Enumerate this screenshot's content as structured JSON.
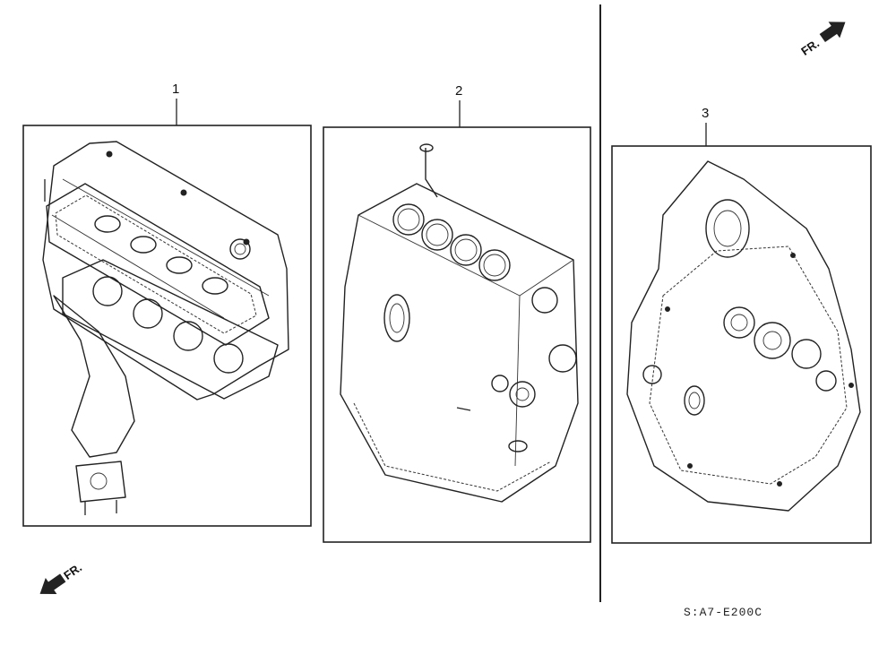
{
  "callouts": {
    "item1": "1",
    "item2": "2",
    "item3": "3"
  },
  "direction_labels": {
    "top_right": "FR.",
    "bottom_left": "FR."
  },
  "diagram_code": "S:A7-E200C"
}
